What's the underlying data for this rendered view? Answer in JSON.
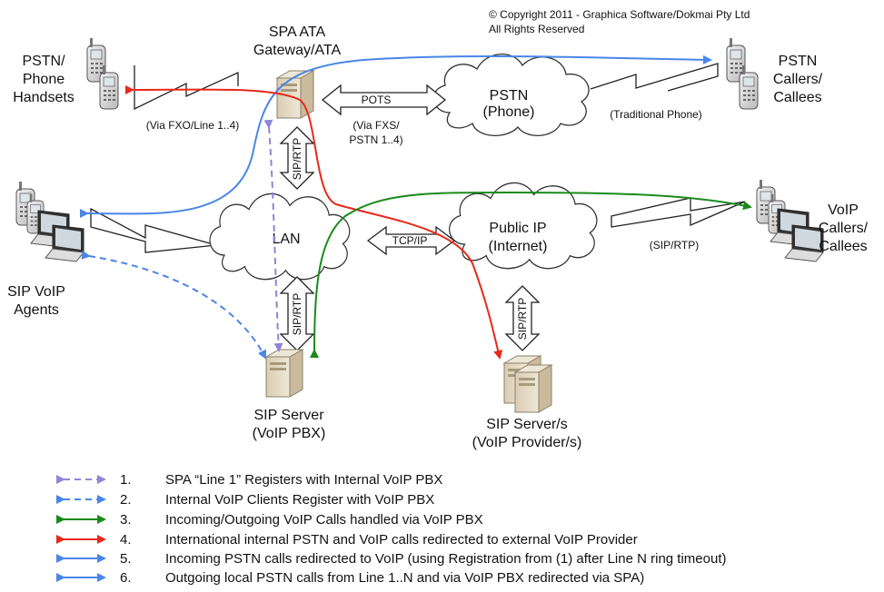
{
  "copyright": [
    "© Copyright 2011 - Graphica Software/Dokmai Pty Ltd",
    "All Rights Reserved"
  ],
  "nodes": {
    "spa_ata": [
      "SPA ATA",
      "Gateway/ATA"
    ],
    "pstn_handsets": [
      "PSTN/",
      "Phone",
      "Handsets"
    ],
    "pstn_callers": [
      "PSTN",
      "Callers/",
      "Callees"
    ],
    "voip_callers": [
      "VoIP",
      "Callers/",
      "Callees"
    ],
    "sip_agents": [
      "SIP VoIP",
      "Agents"
    ],
    "sip_server": [
      "SIP Server",
      "(VoIP PBX)"
    ],
    "sip_provider": [
      "SIP Server/s",
      "(VoIP Provider/s)"
    ],
    "pstn_cloud": [
      "PSTN",
      "(Phone)"
    ],
    "lan_cloud": [
      "LAN"
    ],
    "public_cloud": [
      "Public IP",
      "(Internet)"
    ]
  },
  "labels": {
    "via_fxo": "(Via FXO/Line 1..4)",
    "pots": "POTS",
    "via_fxs": [
      "(Via FXS/",
      "PSTN 1..4)"
    ],
    "traditional": "(Traditional Phone)",
    "sip_rtp": "SIP/RTP",
    "tcpip": "TCP/IP",
    "sip_rtp_paren": "(SIP/RTP)"
  },
  "legend": [
    {
      "num": "1.",
      "text": "SPA “Line 1” Registers with Internal VoIP PBX",
      "color": "#8e86d4",
      "dashed": true
    },
    {
      "num": "2.",
      "text": "Internal VoIP Clients Register with VoIP PBX",
      "color": "#4a86e8",
      "dashed": true
    },
    {
      "num": "3.",
      "text": "Incoming/Outgoing VoIP Calls handled via VoIP PBX",
      "color": "#1a8a1a",
      "dashed": false
    },
    {
      "num": "4.",
      "text": "International internal PSTN and VoIP calls redirected to external VoIP Provider",
      "color": "#e8281a",
      "dashed": false
    },
    {
      "num": "5.",
      "text": "Incoming PSTN calls redirected to VoIP (using Registration from (1) after Line N ring timeout)",
      "color": "#4a86e8",
      "dashed": false
    },
    {
      "num": "6.",
      "text": "Outgoing local PSTN calls from Line 1..N and via VoIP PBX redirected via SPA)",
      "color": "#4a86e8",
      "dashed": false
    }
  ],
  "colors": {
    "blue": "#4a86e8",
    "red": "#e8281a",
    "green": "#1a8a1a",
    "purple": "#8e86d4"
  }
}
